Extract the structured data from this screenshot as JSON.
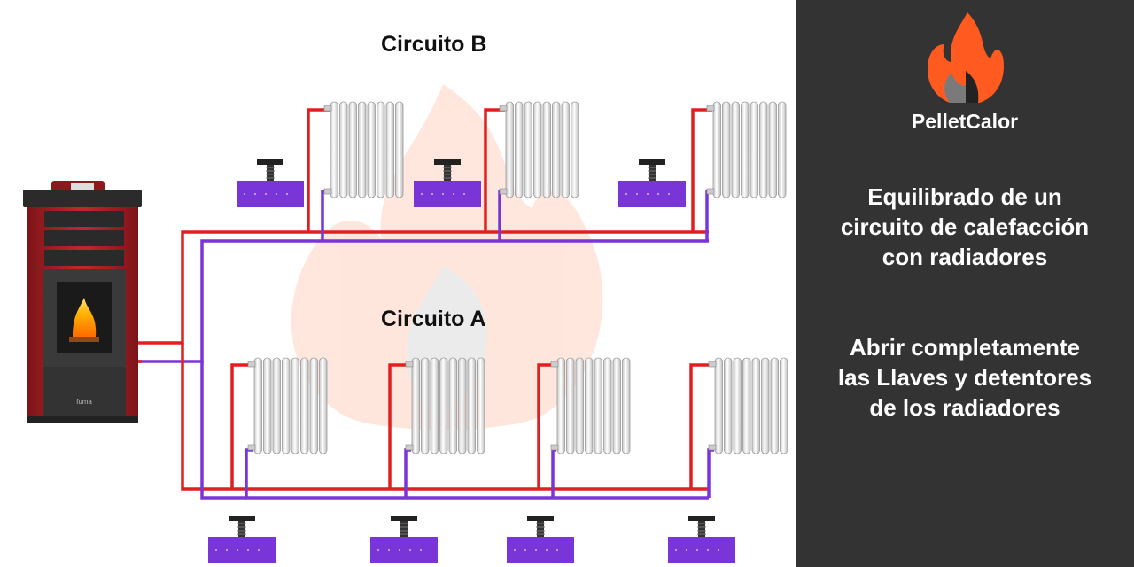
{
  "diagram": {
    "circuit_b_label": "Circuito B",
    "circuit_a_label": "Circuito A",
    "colors": {
      "supply_pipe": "#e02020",
      "return_pipe": "#7a35d8",
      "valve_body": "#7a35d8",
      "stove_body": "#b3262b",
      "panel_bg": "#333333"
    },
    "circuit_b_radiator_count": 3,
    "circuit_a_radiator_count": 4,
    "stove_brand_mark": "fuma"
  },
  "panel": {
    "brand_name": "PelletCalor",
    "logo_icon": "flame-logo-icon",
    "heading_lines": [
      "Equilibrado de un",
      "circuito de calefacción",
      "con radiadores"
    ],
    "instruction_lines": [
      "Abrir completamente",
      "las Llaves y detentores",
      "de los radiadores"
    ]
  }
}
